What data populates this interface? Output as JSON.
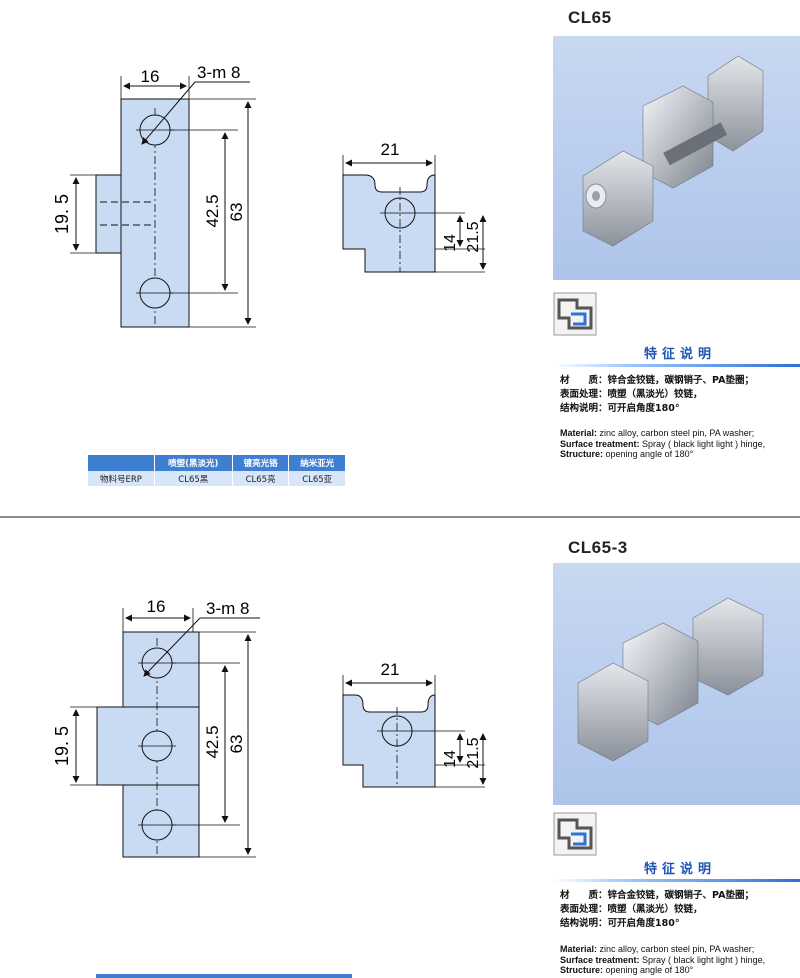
{
  "product_1": {
    "model": "CL65",
    "drawing": {
      "width_top": "16",
      "hole_spec": "3-m 8",
      "knuckle_height": "19. 5",
      "hole_pitch": "42.5",
      "total_height": "63"
    },
    "side_drawing": {
      "width": "21",
      "height_a": "14",
      "height_b": "21.5"
    },
    "features": {
      "title": "特征说明",
      "cn_lines": [
        "材　　质：锌合金铰链，碳钢销子、PA垫圈；",
        "表面处理：喷塑（黑淡光）铰链，",
        "结构说明：可开启角度180°"
      ],
      "en_lines": [
        {
          "label": "Material:",
          "text": " zinc alloy, carbon steel pin, PA washer;"
        },
        {
          "label": "Surface treatment:",
          "text": " Spray ( black light light ) hinge,"
        },
        {
          "label": "Structure:",
          "text": " opening angle of 180°"
        }
      ]
    },
    "erp_table": {
      "headers": [
        "",
        "喷塑(黑淡光)",
        "镀亮光铬",
        "纳米亚光"
      ],
      "row": [
        "物料号ERP",
        "CL65黑",
        "CL65亮",
        "CL65亚"
      ]
    }
  },
  "product_2": {
    "model": "CL65-3",
    "drawing": {
      "width_top": "16",
      "hole_spec": "3-m 8",
      "knuckle_height": "19. 5",
      "hole_pitch": "42.5",
      "total_height": "63"
    },
    "side_drawing": {
      "width": "21",
      "height_a": "14",
      "height_b": "21.5"
    },
    "features": {
      "title": "特征说明",
      "cn_lines": [
        "材　　质：锌合金铰链，碳钢销子、PA垫圈；",
        "表面处理：喷塑（黑淡光）铰链，",
        "结构说明：可开启角度180°"
      ],
      "en_lines": [
        {
          "label": "Material:",
          "text": " zinc alloy, carbon steel pin, PA washer;"
        },
        {
          "label": "Surface treatment:",
          "text": " Spray ( black light light ) hinge,"
        },
        {
          "label": "Structure:",
          "text": " opening angle of 180°"
        }
      ]
    }
  },
  "colors": {
    "part_fill": "#c9daf3",
    "accent_blue": "#1e56b4",
    "table_header": "#3f7fd1"
  },
  "icons": [
    "hinge-profile-icon"
  ]
}
